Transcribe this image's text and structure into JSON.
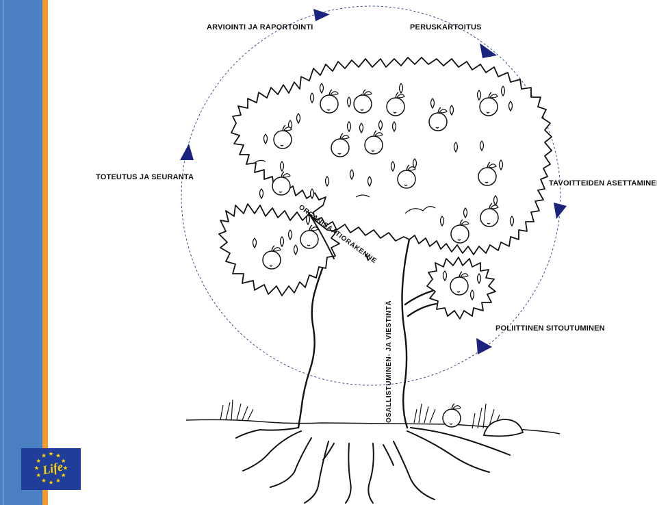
{
  "cycle": {
    "labels": {
      "top_left": "ARVIOINTI JA RAPORTOINTI",
      "top_right": "PERUSKARTOITUS",
      "left": "TOTEUTUS JA SEURANTA",
      "right": "TAVOITTEIDEN ASETTAMINEN",
      "bottom_right": "POLIITTINEN SITOUTUMINEN"
    },
    "arrow_color": "#1a237e"
  },
  "tree": {
    "branch_label": "ORGANISAATIORAKENNE",
    "trunk_label": "OSALLISTUMINEN- JA VIESTINTÄ"
  },
  "logo": {
    "text": "Life",
    "background": "#1f3d99",
    "star_color": "#ffd200"
  },
  "sidebar": {
    "blue": "#4a7fc1",
    "orange": "#f39a2e"
  }
}
